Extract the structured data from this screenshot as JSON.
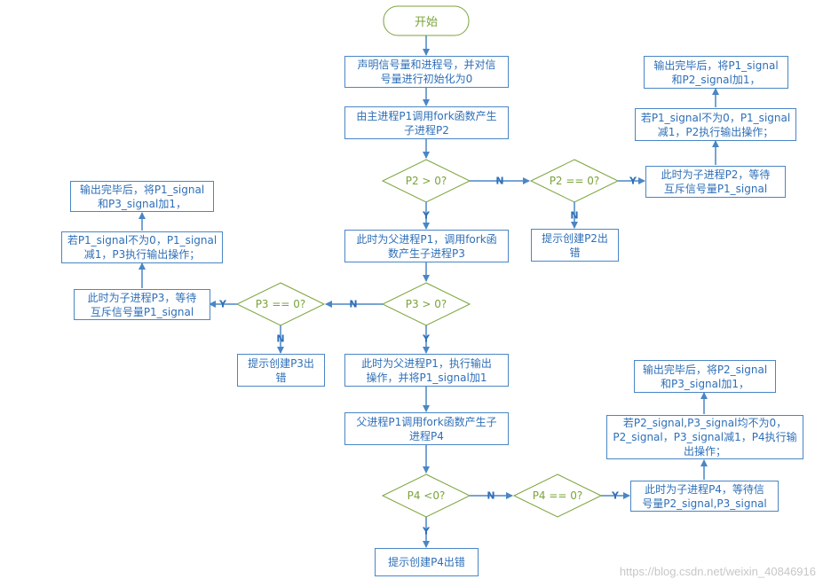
{
  "start": "开始",
  "boxes": {
    "b1": "声明信号量和进程号，并对信\n号量进行初始化为0",
    "b2": "由主进程P1调用fork函数产生\n子进程P2",
    "b3": "此时为父进程P1，调用fork函\n数产生子进程P3",
    "b4": "此时为父进程P1，执行输出\n操作，并将P1_signal加1",
    "b5": "父进程P1调用fork函数产生子\n进程P4",
    "b6": "提示创建P4出错",
    "r1": "输出完毕后，将P1_signal\n和P2_signal加1，",
    "r2": "若P1_signal不为0，P1_signal\n减1，P2执行输出操作；",
    "r3": "此时为子进程P2，等待\n互斥信号量P1_signal",
    "r4": "提示创建P2出\n错",
    "l1": "输出完毕后，将P1_signal\n和P3_signal加1，",
    "l2": "若P1_signal不为0，P1_signal\n减1，P3执行输出操作；",
    "l3": "此时为子进程P3，等待\n互斥信号量P1_signal",
    "l4": "提示创建P3出\n错",
    "q1": "输出完毕后，将P2_signal\n和P3_signal加1，",
    "q2": "若P2_signal,P3_signal均不为0，\nP2_signal，P3_signal减1，P4执行输\n出操作；",
    "q3": "此时为子进程P4，等待信\n号量P2_signal,P3_signal"
  },
  "decisions": {
    "d1": "P2 > 0?",
    "d2": "P2 == 0?",
    "d3": "P3 > 0?",
    "d4": "P3 == 0?",
    "d5": "P4 <0?",
    "d6": "P4 == 0?"
  },
  "edges": {
    "y": "Y",
    "n": "N"
  },
  "watermark": "https://blog.csdn.net/weixin_40846916"
}
